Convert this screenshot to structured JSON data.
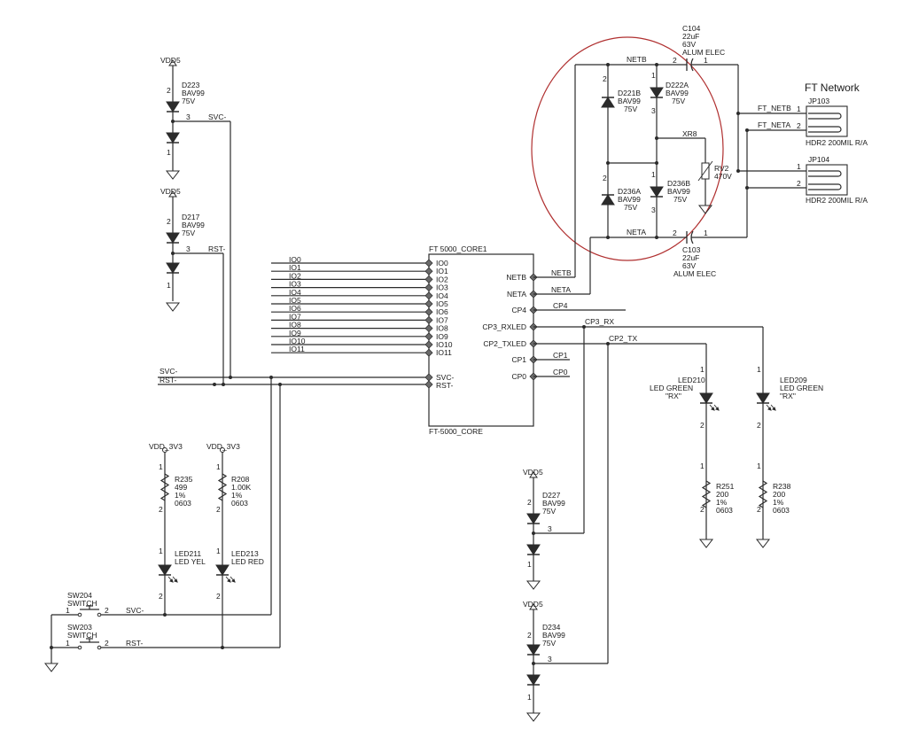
{
  "title": "FT Network",
  "nets": {
    "vdd5": "VDD5",
    "vdd3v3": "VDD_3V3",
    "svc": "SVC-",
    "rst": "RST-",
    "netb": "NETB",
    "neta": "NETA",
    "ft_netb": "FT_NETB",
    "ft_neta": "FT_NETA",
    "xr8": "XR8",
    "cp4": "CP4",
    "cp3_rx": "CP3_RX",
    "cp2_tx": "CP2_TX",
    "cp1": "CP1",
    "cp0": "CP0"
  },
  "io_nets": [
    "IO0",
    "IO1",
    "IO2",
    "IO3",
    "IO4",
    "IO5",
    "IO6",
    "IO7",
    "IO8",
    "IO9",
    "IO10",
    "IO11"
  ],
  "core": {
    "ref": "FT 5000_CORE1",
    "name": "FT-5000_CORE",
    "left_pins": [
      "IO0",
      "IO1",
      "IO2",
      "IO3",
      "IO4",
      "IO5",
      "IO6",
      "IO7",
      "IO8",
      "IO9",
      "IO10",
      "IO11"
    ],
    "svc_pin": "SVC-",
    "rst_pin": "RST-",
    "right_pins": [
      "NETB",
      "NETA",
      "CP4",
      "CP3_RXLED",
      "CP2_TXLED",
      "CP1",
      "CP0"
    ]
  },
  "pin_numbers": {
    "one": "1",
    "two": "2",
    "three": "3"
  },
  "diodes": {
    "d223": {
      "ref": "D223",
      "part": "BAV99",
      "rating": "75V"
    },
    "d217": {
      "ref": "D217",
      "part": "BAV99",
      "rating": "75V"
    },
    "d221b": {
      "ref": "D221B",
      "part": "BAV99",
      "rating": "75V"
    },
    "d222a": {
      "ref": "D222A",
      "part": "BAV99",
      "rating": "75V"
    },
    "d236a": {
      "ref": "D236A",
      "part": "BAV99",
      "rating": "75V"
    },
    "d236b": {
      "ref": "D236B",
      "part": "BAV99",
      "rating": "75V"
    },
    "d227": {
      "ref": "D227",
      "part": "BAV99",
      "rating": "75V"
    },
    "d234": {
      "ref": "D234",
      "part": "BAV99",
      "rating": "75V"
    }
  },
  "caps": {
    "c104": {
      "ref": "C104",
      "value": "22uF",
      "voltage": "63V",
      "type": "ALUM ELEC"
    },
    "c103": {
      "ref": "C103",
      "value": "22uF",
      "voltage": "63V",
      "type": "ALUM ELEC"
    }
  },
  "rv2": {
    "ref": "RV2",
    "value": "470V"
  },
  "headers": {
    "jp103": {
      "ref": "JP103",
      "part": "HDR2 200MIL R/A"
    },
    "jp104": {
      "ref": "JP104",
      "part": "HDR2 200MIL R/A"
    }
  },
  "resistors": {
    "r235": {
      "ref": "R235",
      "value": "499",
      "tol": "1%",
      "pkg": "0603"
    },
    "r208": {
      "ref": "R208",
      "value": "1.00K",
      "tol": "1%",
      "pkg": "0603"
    },
    "r251": {
      "ref": "R251",
      "value": "200",
      "tol": "1%",
      "pkg": "0603"
    },
    "r238": {
      "ref": "R238",
      "value": "200",
      "tol": "1%",
      "pkg": "0603"
    }
  },
  "leds": {
    "led211": {
      "ref": "LED211",
      "desc": "LED YEL"
    },
    "led213": {
      "ref": "LED213",
      "desc": "LED RED"
    },
    "led210": {
      "ref": "LED210",
      "desc": "LED GREEN",
      "note": "\"RX\""
    },
    "led209": {
      "ref": "LED209",
      "desc": "LED GREEN",
      "note": "\"RX\""
    }
  },
  "switches": {
    "sw204": {
      "ref": "SW204",
      "type": "SWITCH"
    },
    "sw203": {
      "ref": "SW203",
      "type": "SWITCH"
    }
  }
}
